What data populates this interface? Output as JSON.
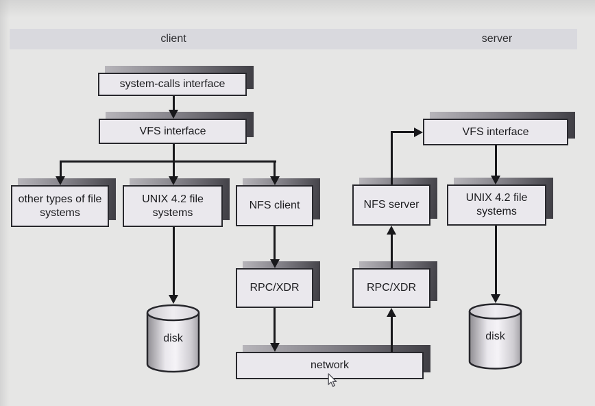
{
  "header": {
    "client_label": "client",
    "server_label": "server"
  },
  "nodes": {
    "system_calls": {
      "label": "system-calls interface"
    },
    "vfs_client": {
      "label": "VFS interface"
    },
    "other_types": {
      "label": "other types of file systems"
    },
    "unix_client": {
      "label": "UNIX 4.2 file systems"
    },
    "nfs_client": {
      "label": "NFS client"
    },
    "rpc_client": {
      "label": "RPC/XDR"
    },
    "network": {
      "label": "network"
    },
    "rpc_server": {
      "label": "RPC/XDR"
    },
    "nfs_server": {
      "label": "NFS server"
    },
    "vfs_server": {
      "label": "VFS interface"
    },
    "unix_server": {
      "label": "UNIX 4.2 file systems"
    },
    "disk_client": {
      "label": "disk"
    },
    "disk_server": {
      "label": "disk"
    }
  },
  "edges": [
    {
      "from": "system-calls interface",
      "to": "VFS interface (client)",
      "direction": "down"
    },
    {
      "from": "VFS interface (client)",
      "to": "other types of file systems",
      "direction": "down"
    },
    {
      "from": "VFS interface (client)",
      "to": "UNIX 4.2 file systems (client)",
      "direction": "down"
    },
    {
      "from": "VFS interface (client)",
      "to": "NFS client",
      "direction": "down"
    },
    {
      "from": "UNIX 4.2 file systems (client)",
      "to": "disk (client)",
      "direction": "down"
    },
    {
      "from": "NFS client",
      "to": "RPC/XDR (client)",
      "direction": "down"
    },
    {
      "from": "RPC/XDR (client)",
      "to": "network",
      "direction": "down"
    },
    {
      "from": "network",
      "to": "RPC/XDR (server)",
      "direction": "up"
    },
    {
      "from": "RPC/XDR (server)",
      "to": "NFS server",
      "direction": "up"
    },
    {
      "from": "NFS server",
      "to": "VFS interface (server)",
      "direction": "up-right"
    },
    {
      "from": "VFS interface (server)",
      "to": "UNIX 4.2 file systems (server)",
      "direction": "down"
    },
    {
      "from": "UNIX 4.2 file systems (server)",
      "to": "disk (server)",
      "direction": "down"
    }
  ],
  "colors": {
    "background": "#e6e6e5",
    "band_fill": "#d9d9de",
    "box_fill": "#eae8ed",
    "box_border": "#28282d",
    "shadow_dark": "#3e3d43",
    "shadow_light": "#b7b5ba",
    "arrow": "#18181b"
  }
}
